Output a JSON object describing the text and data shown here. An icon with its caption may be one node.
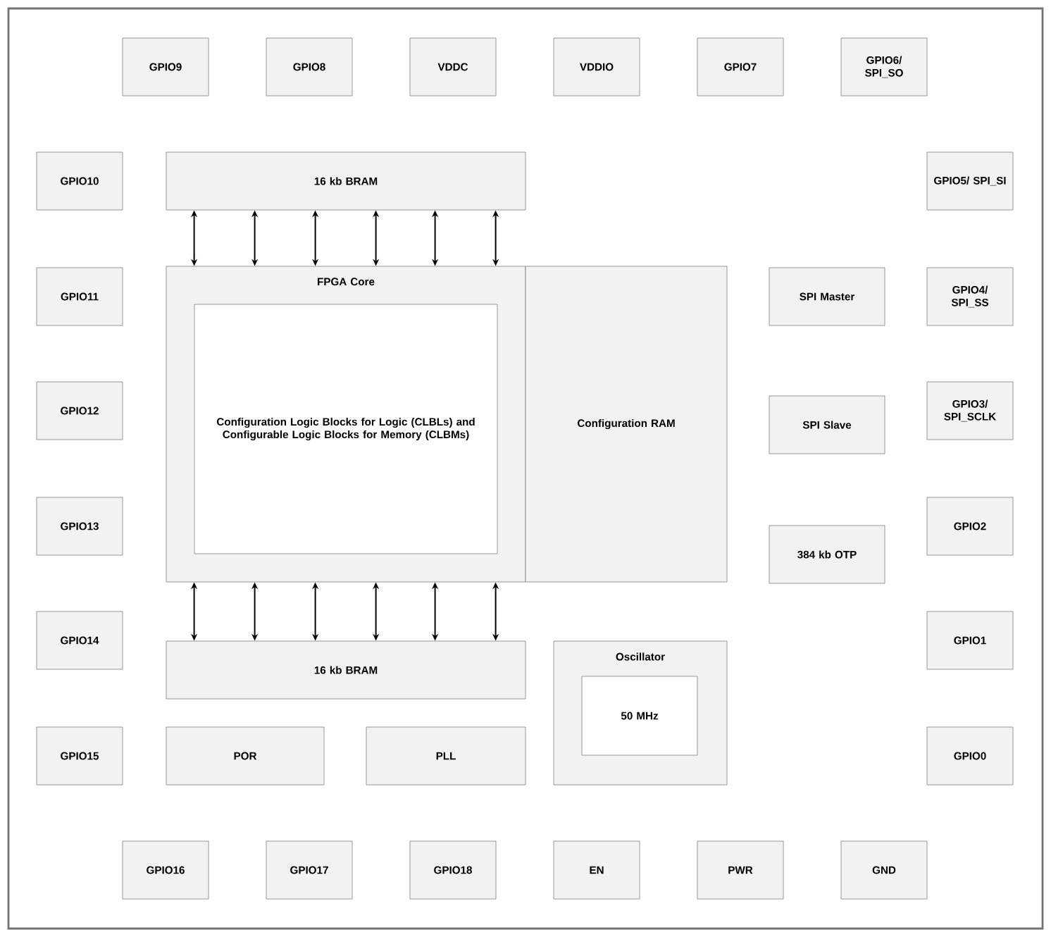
{
  "diagram": {
    "nodes": [
      {
        "text": [
          "GPIO9"
        ]
      },
      {
        "text": [
          "GPIO8"
        ]
      },
      {
        "text": [
          "VDDC"
        ]
      },
      {
        "text": [
          "VDDIO"
        ]
      },
      {
        "text": [
          "GPIO7"
        ]
      },
      {
        "text": [
          "GPIO6/ SPI_SO"
        ]
      },
      {
        "text": [
          "GPIO10"
        ]
      },
      {
        "text": [
          "16 kb BRAM"
        ]
      },
      {
        "text": [
          "GPIO5/ SPI_SI"
        ]
      },
      {
        "text": [
          "FPGA Core"
        ]
      },
      {
        "text": [
          "Configuration Logic Blocks for Logic (CLBLs) and Configurable Logic Blocks for Memory (CLBMs)"
        ],
        "in": 9
      },
      {
        "text": [
          "Configuration RAM"
        ]
      },
      {
        "text": [
          "GPIO11"
        ]
      },
      {
        "text": [
          "SPI Master"
        ]
      },
      {
        "text": [
          "GPIO4/ SPI_SS"
        ]
      },
      {
        "text": [
          "GPIO12"
        ]
      },
      {
        "text": [
          "SPI Slave"
        ]
      },
      {
        "text": [
          "GPIO3/ SPI_SCLK"
        ]
      },
      {
        "text": [
          "GPIO13"
        ]
      },
      {
        "text": [
          "384 kb OTP"
        ]
      },
      {
        "text": [
          "GPIO2"
        ]
      },
      {
        "text": [
          "GPIO14"
        ]
      },
      {
        "text": [
          "16 kb BRAM"
        ]
      },
      {
        "text": [
          "Oscillator"
        ]
      },
      {
        "text": [
          "50 MHz"
        ],
        "in": 23
      },
      {
        "text": [
          "GPIO1"
        ]
      },
      {
        "text": [
          "GPIO15"
        ]
      },
      {
        "text": [
          "POR"
        ]
      },
      {
        "text": [
          "PLL"
        ]
      },
      {
        "text": [
          "GPIO0"
        ]
      },
      {
        "text": [
          "GPIO16"
        ]
      },
      {
        "text": [
          "GPIO17"
        ]
      },
      {
        "text": [
          "GPIO18"
        ]
      },
      {
        "text": [
          "EN"
        ]
      },
      {
        "text": [
          "PWR"
        ]
      },
      {
        "text": [
          "GND"
        ]
      }
    ],
    "edges": [
      {
        "from": 7,
        "to": 9,
        "arrow": "both"
      },
      {
        "from": 7,
        "to": 9,
        "arrow": "both"
      },
      {
        "from": 7,
        "to": 9,
        "arrow": "both"
      },
      {
        "from": 7,
        "to": 9,
        "arrow": "both"
      },
      {
        "from": 7,
        "to": 9,
        "arrow": "both"
      },
      {
        "from": 7,
        "to": 9,
        "arrow": "both"
      },
      {
        "from": 9,
        "to": 22,
        "arrow": "both"
      },
      {
        "from": 9,
        "to": 22,
        "arrow": "both"
      },
      {
        "from": 9,
        "to": 22,
        "arrow": "both"
      },
      {
        "from": 9,
        "to": 22,
        "arrow": "both"
      },
      {
        "from": 9,
        "to": 22,
        "arrow": "both"
      },
      {
        "from": 9,
        "to": 22,
        "arrow": "both"
      }
    ]
  }
}
